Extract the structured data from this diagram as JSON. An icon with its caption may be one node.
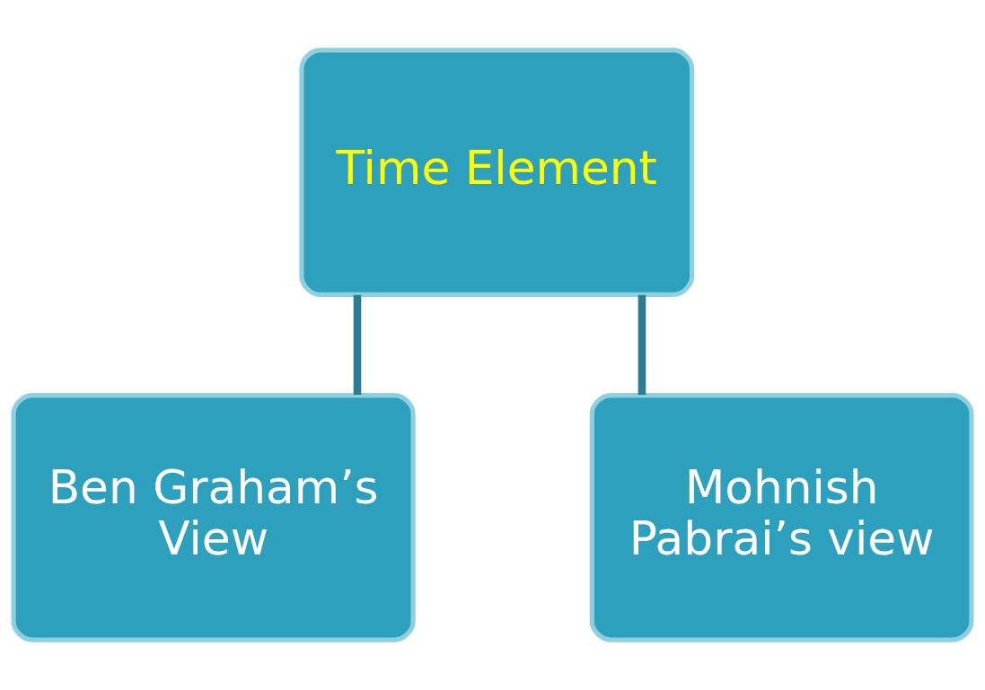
{
  "diagram": {
    "nodes": [
      {
        "text": [
          "Time Element"
        ]
      },
      {
        "text": [
          "Ben Graham’s View"
        ]
      },
      {
        "text": [
          "Mohnish Pabrai’s view"
        ]
      }
    ],
    "edges": [
      {
        "from": 0,
        "to": 1,
        "arrow": "none"
      },
      {
        "from": 0,
        "to": 2,
        "arrow": "none"
      }
    ]
  }
}
